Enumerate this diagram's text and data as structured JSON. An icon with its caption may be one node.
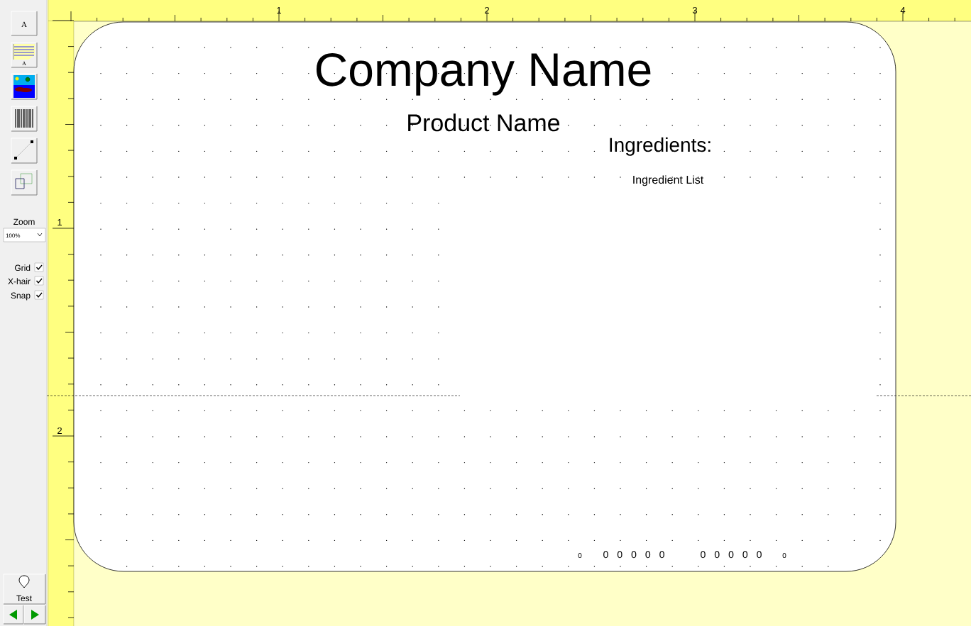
{
  "diagram": {
    "labels": [
      "1",
      "2",
      "3",
      "4",
      "1",
      "2",
      "A",
      "A",
      "Zoom",
      "100%",
      "Grid",
      "X-hair",
      "Snap",
      "Test",
      "Company Name",
      "Product Name",
      "Ingredients:",
      "Ingredient List",
      "0",
      "0 0 0 0 0",
      "0 0 0 0 0",
      "0"
    ]
  }
}
